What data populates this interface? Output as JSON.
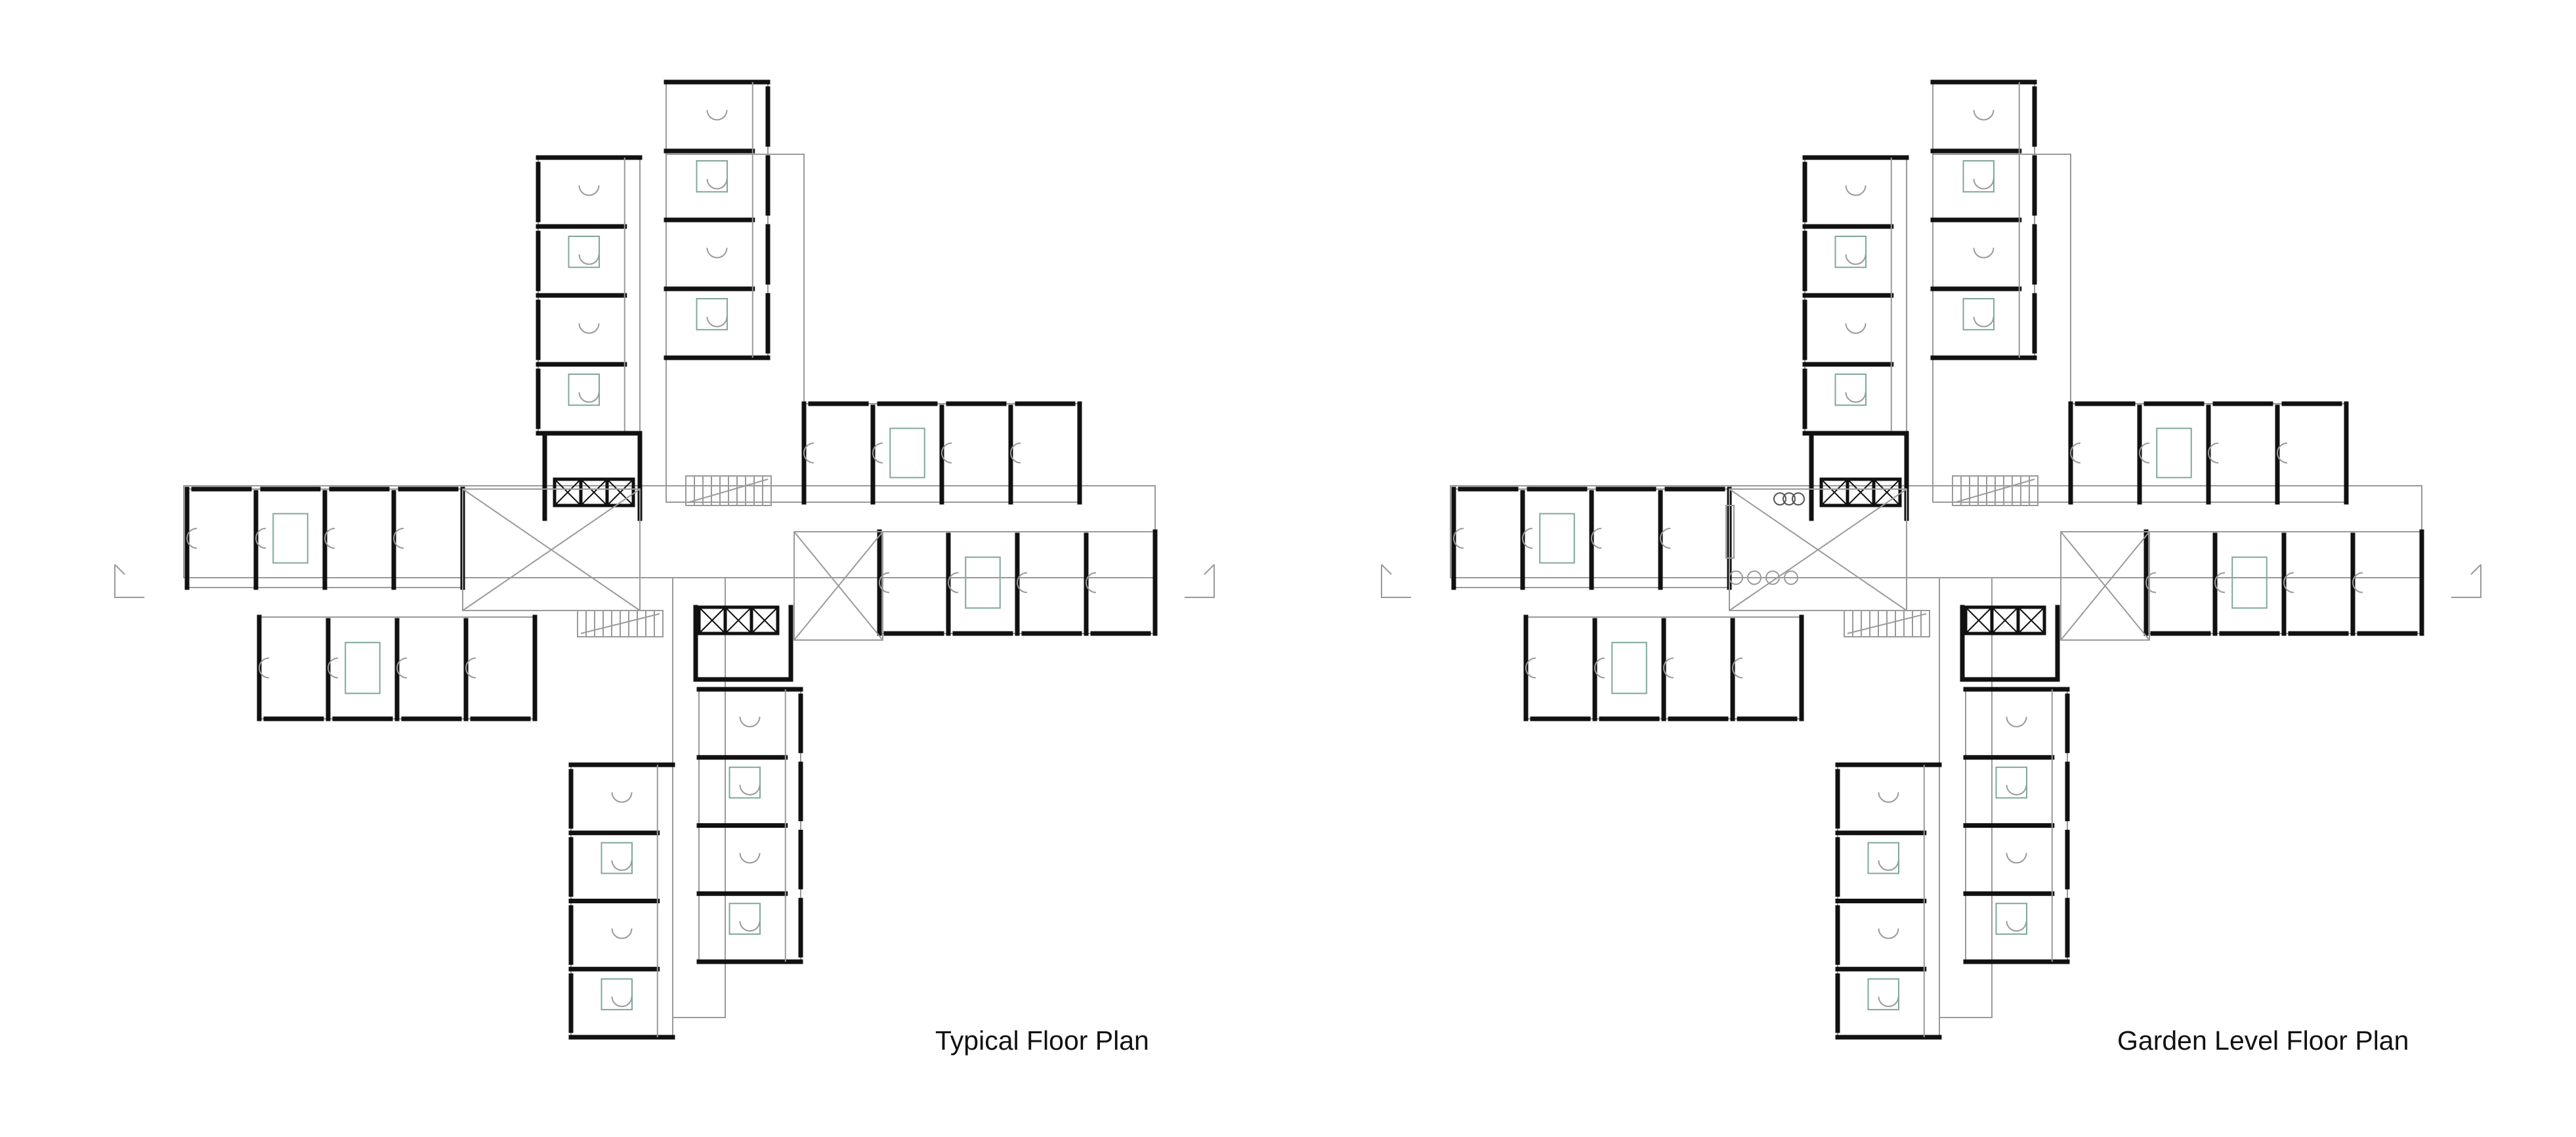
{
  "plans": [
    {
      "id": "typical",
      "title": "Typical Floor Plan"
    },
    {
      "id": "garden",
      "title": "Garden Level Floor Plan"
    }
  ],
  "colors": {
    "background": "#ffffff",
    "wall": "#111111",
    "thin_line": "#9a9a9a",
    "text": "#111111"
  }
}
